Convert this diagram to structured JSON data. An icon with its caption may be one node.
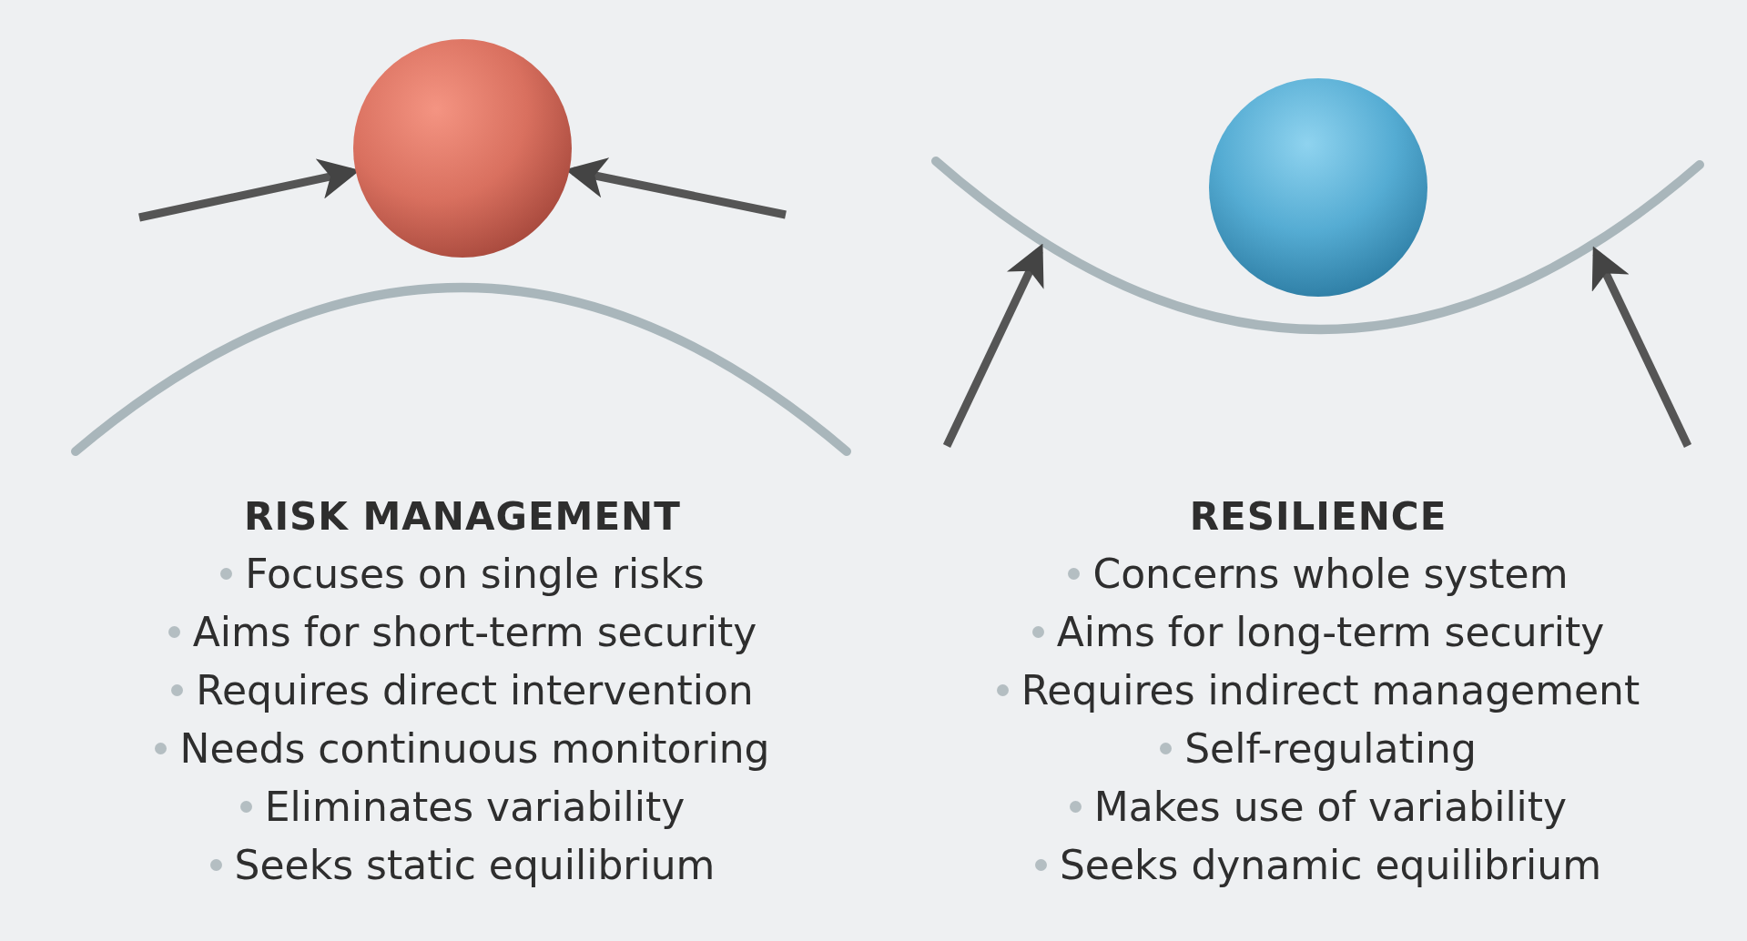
{
  "diagram": {
    "nodes": [
      {
        "text": [],
        "shape": "circle"
      },
      {
        "text": [],
        "shape": "circle"
      },
      {
        "text": [],
        "shape": "arc"
      }
    ],
    "edges": [
      {
        "from": null,
        "to": 0,
        "arrow": "to"
      },
      {
        "from": null,
        "to": 0,
        "arrow": "to"
      },
      {
        "from": null,
        "to": 2,
        "arrow": "to"
      },
      {
        "from": null,
        "to": 2,
        "arrow": "to"
      }
    ],
    "labels": [
      "RISK MANAGEMENT",
      "Focuses on single risks",
      "Aims for short-term security",
      "Requires direct intervention",
      "Needs continuous monitoring",
      "Eliminates variability",
      "Seeks static equilibrium",
      "RESILIENCE",
      "Concerns whole system",
      "Aims for long-term security",
      "Requires indirect management",
      "Self-regulating",
      "Makes use of variability",
      "Seeks dynamic equilibrium"
    ]
  }
}
